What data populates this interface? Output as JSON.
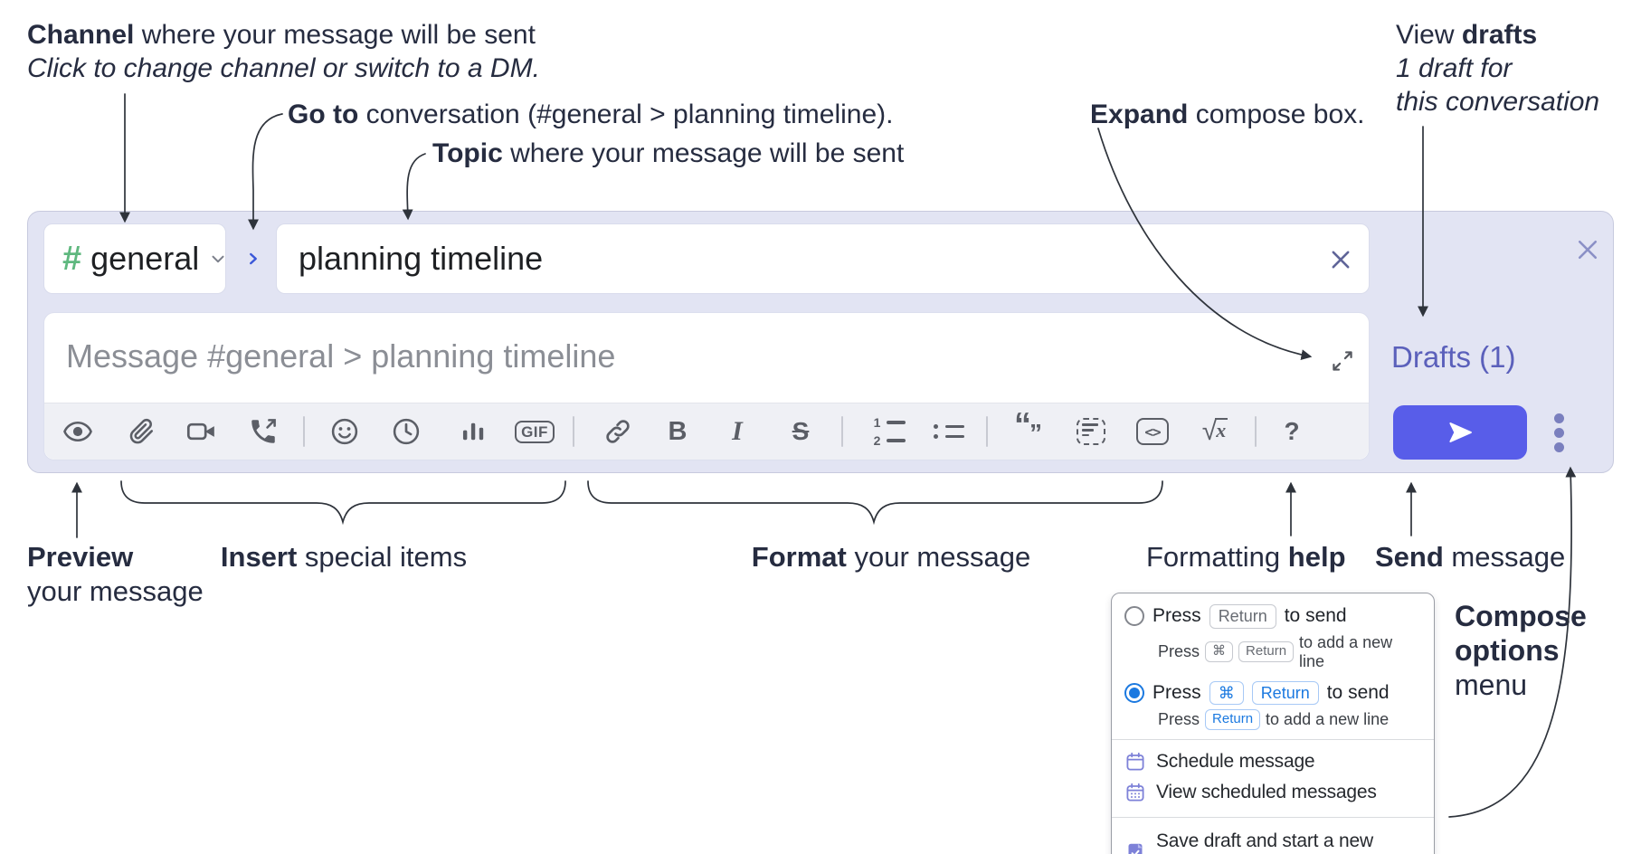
{
  "annotations": {
    "channel_line1_bold": "Channel",
    "channel_line1_rest": " where your message will be sent",
    "channel_line2": "Click to change channel or switch to a DM.",
    "goto_bold": "Go to",
    "goto_rest": " conversation (#general > planning timeline).",
    "topic_bold": "Topic",
    "topic_rest": " where your message will be sent",
    "expand_bold": "Expand",
    "expand_rest": " compose box.",
    "drafts_line1_pre": "View ",
    "drafts_line1_bold": "drafts",
    "drafts_line2": "1 draft for",
    "drafts_line3": "this conversation",
    "preview_bold": "Preview",
    "preview_line2": "your message",
    "insert_bold": "Insert",
    "insert_rest": " special items",
    "format_bold": "Format",
    "format_rest": " your message",
    "fmt_help_pre": "Formatting ",
    "fmt_help_bold": "help",
    "send_bold": "Send",
    "send_rest": " message",
    "compose_line1": "Compose",
    "compose_line2": "options",
    "compose_line3": "menu"
  },
  "composer": {
    "channel_prefix": "#",
    "channel_name": "general",
    "topic_value": "planning timeline",
    "message_placeholder": "Message #general > planning timeline",
    "drafts_label": "Drafts (1)"
  },
  "toolbar": {
    "gif": "GIF",
    "bold": "B",
    "italic": "I",
    "strike": "S",
    "ol_digit1": "1",
    "ol_digit2": "2",
    "quote_open": "“",
    "quote_close": "”",
    "code": "<>",
    "formula_root": "√",
    "formula_var": "x",
    "help": "?"
  },
  "menu": {
    "opt1": {
      "selected": false,
      "pre": "Press",
      "key1": "Return",
      "post": "to send"
    },
    "opt1_sub": {
      "pre": "Press",
      "key1": "⌘",
      "key2": "Return",
      "post": "to add a new line"
    },
    "opt2": {
      "selected": true,
      "pre": "Press",
      "key1": "⌘",
      "key2": "Return",
      "post": "to send"
    },
    "opt2_sub": {
      "pre": "Press",
      "key1": "Return",
      "post": "to add a new line"
    },
    "item_schedule": "Schedule message",
    "item_view_scheduled": "View scheduled messages",
    "item_save_draft": "Save draft and start a new message"
  },
  "colors": {
    "panel_bg": "#e2e4f3",
    "send_button": "#585de9",
    "drafts_link": "#5b60bb",
    "channel_hash_green": "#5fb87f",
    "goto_chevron_bg": "#c8d1f6",
    "goto_chevron": "#3a57d8",
    "radio_selected": "#1b79e0",
    "menu_icon_purple": "#7d81d8",
    "toolbar_icon_gray": "#5b5e66",
    "annotation_text": "#262c40"
  }
}
